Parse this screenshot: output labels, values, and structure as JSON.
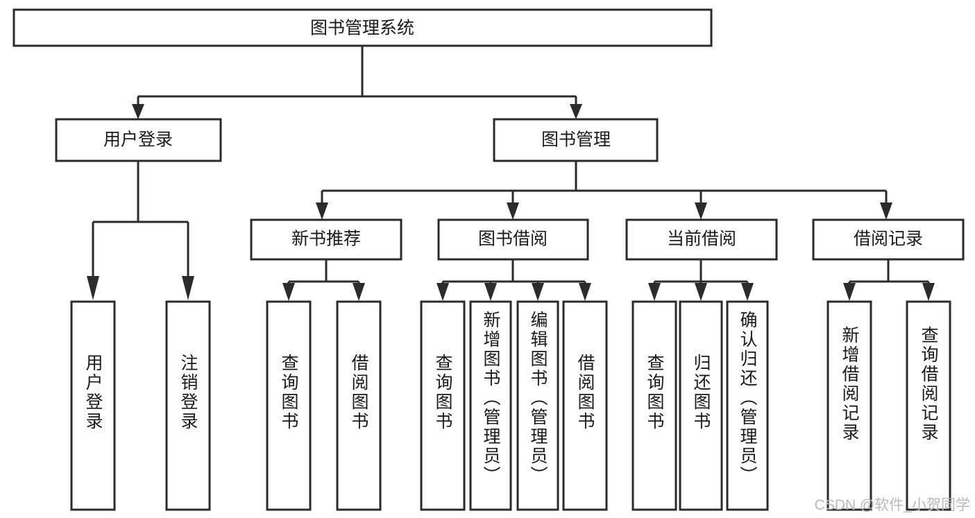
{
  "diagram": {
    "type": "tree",
    "title": "图书管理系统",
    "root": {
      "id": "root",
      "label": "图书管理系统",
      "orientation": "horizontal"
    },
    "level2": [
      {
        "id": "user-login",
        "label": "用户登录",
        "orientation": "horizontal"
      },
      {
        "id": "book-manage",
        "label": "图书管理",
        "orientation": "horizontal"
      }
    ],
    "level3": [
      {
        "id": "new-book-recommend",
        "label": "新书推荐",
        "orientation": "horizontal",
        "parent": "book-manage"
      },
      {
        "id": "book-borrow",
        "label": "图书借阅",
        "orientation": "horizontal",
        "parent": "book-manage"
      },
      {
        "id": "current-borrow",
        "label": "当前借阅",
        "orientation": "horizontal",
        "parent": "book-manage"
      },
      {
        "id": "borrow-record",
        "label": "借阅记录",
        "orientation": "horizontal",
        "parent": "book-manage"
      }
    ],
    "leaves": [
      {
        "id": "leaf-user-login",
        "label": "用户登录",
        "orientation": "vertical",
        "parent": "user-login"
      },
      {
        "id": "leaf-user-logout",
        "label": "注销登录",
        "orientation": "vertical",
        "parent": "user-login"
      },
      {
        "id": "leaf-query-book-1",
        "label": "查询图书",
        "orientation": "vertical",
        "parent": "new-book-recommend"
      },
      {
        "id": "leaf-borrow-book-1",
        "label": "借阅图书",
        "orientation": "vertical",
        "parent": "new-book-recommend"
      },
      {
        "id": "leaf-query-book-2",
        "label": "查询图书",
        "orientation": "vertical",
        "parent": "book-borrow"
      },
      {
        "id": "leaf-add-book",
        "label": "新增图书（管理员）",
        "orientation": "vertical",
        "parent": "book-borrow"
      },
      {
        "id": "leaf-edit-book",
        "label": "编辑图书（管理员）",
        "orientation": "vertical",
        "parent": "book-borrow"
      },
      {
        "id": "leaf-borrow-book-2",
        "label": "借阅图书",
        "orientation": "vertical",
        "parent": "book-borrow"
      },
      {
        "id": "leaf-query-book-3",
        "label": "查询图书",
        "orientation": "vertical",
        "parent": "current-borrow"
      },
      {
        "id": "leaf-return-book",
        "label": "归还图书",
        "orientation": "vertical",
        "parent": "current-borrow"
      },
      {
        "id": "leaf-confirm-return",
        "label": "确认归还（管理员）",
        "orientation": "vertical",
        "parent": "current-borrow"
      },
      {
        "id": "leaf-add-record",
        "label": "新增借阅记录",
        "orientation": "vertical",
        "parent": "borrow-record"
      },
      {
        "id": "leaf-query-record",
        "label": "查询借阅记录",
        "orientation": "vertical",
        "parent": "borrow-record"
      }
    ],
    "colors": {
      "box_fill": "#ffffff",
      "box_stroke": "#2b2b2b",
      "connector": "#2b2b2b",
      "text": "#1a1a1a",
      "background": "#ffffff",
      "watermark": "#b9b9b9"
    }
  },
  "watermark": {
    "text": "CSDN @软件_小贺同学"
  }
}
